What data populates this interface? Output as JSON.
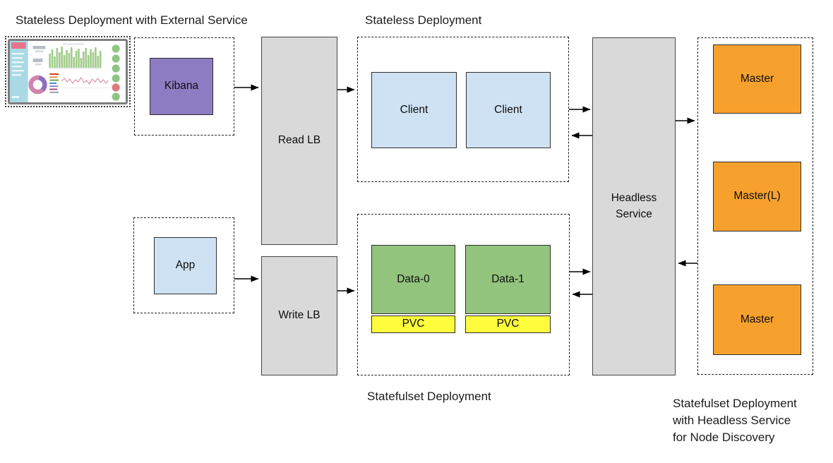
{
  "section_labels": {
    "external_service": "Stateless Deployment with External Service",
    "stateless": "Stateless Deployment",
    "statefulset": "Statefulset Deployment",
    "statefulset_headless": [
      "Statefulset Deployment",
      "with Headless Service",
      "for Node Discovery"
    ]
  },
  "nodes": {
    "kibana": {
      "label": "Kibana",
      "fill": "#8e7cc3"
    },
    "app": {
      "label": "App",
      "fill": "#cfe2f3"
    },
    "read_lb": {
      "label": "Read LB",
      "fill": "#d9d9d9"
    },
    "write_lb": {
      "label": "Write LB",
      "fill": "#d9d9d9"
    },
    "client_0": {
      "label": "Client",
      "fill": "#cfe2f3"
    },
    "client_1": {
      "label": "Client",
      "fill": "#cfe2f3"
    },
    "data_0": {
      "label": "Data-0",
      "fill": "#93c47d"
    },
    "data_1": {
      "label": "Data-1",
      "fill": "#93c47d"
    },
    "pvc_0": {
      "label": "PVC",
      "fill": "#fdfd3d"
    },
    "pvc_1": {
      "label": "PVC",
      "fill": "#fdfd3d"
    },
    "headless": {
      "label": "Headless Service",
      "fill": "#d9d9d9"
    },
    "master_top": {
      "label": "Master",
      "fill": "#f6a12d"
    },
    "master_middle": {
      "label": "Master(L)",
      "fill": "#f6a12d"
    },
    "master_bottom": {
      "label": "Master",
      "fill": "#f6a12d"
    }
  },
  "thumbnail": {
    "name": "kibana-dashboard-screenshot"
  },
  "colors": {
    "purple": "#8e7cc3",
    "light_blue": "#cfe2f3",
    "green": "#93c47d",
    "yellow": "#fdfd3d",
    "gray": "#d9d9d9",
    "orange": "#f6a12d",
    "arrow": "#000000",
    "dashed_border": "#1f1f1f"
  }
}
